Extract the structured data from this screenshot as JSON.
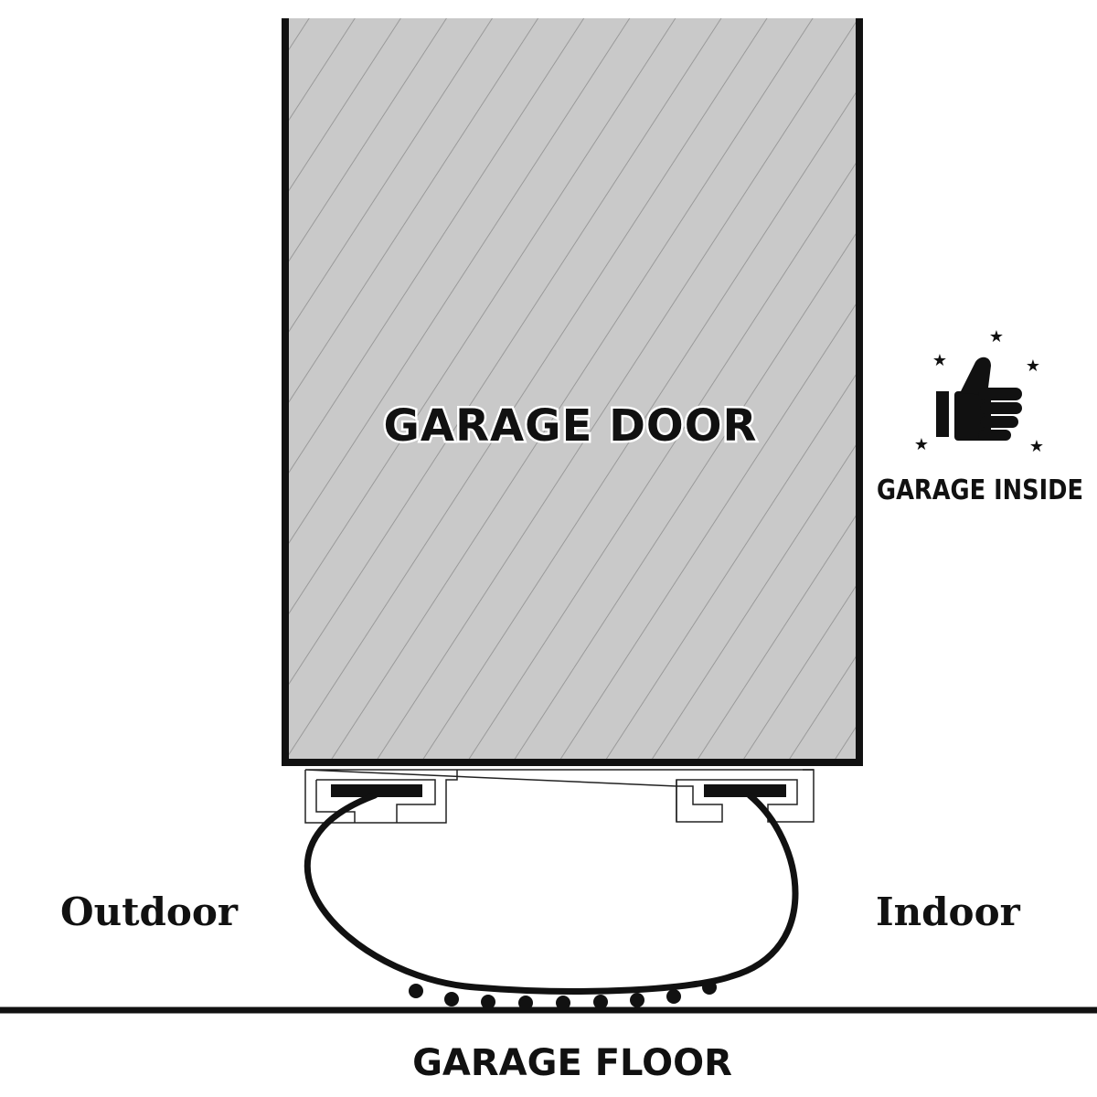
{
  "labels": {
    "door": "GARAGE DOOR",
    "inside": "GARAGE INSIDE",
    "outdoor": "Outdoor",
    "indoor": "Indoor",
    "floor": "GARAGE FLOOR"
  },
  "icons": {
    "badge": "thumbs-up-icon",
    "stars": "star-icon"
  },
  "colors": {
    "door_fill": "#c9c9c9",
    "hatch": "#9a9a9a",
    "ink": "#111111",
    "background": "#ffffff"
  }
}
